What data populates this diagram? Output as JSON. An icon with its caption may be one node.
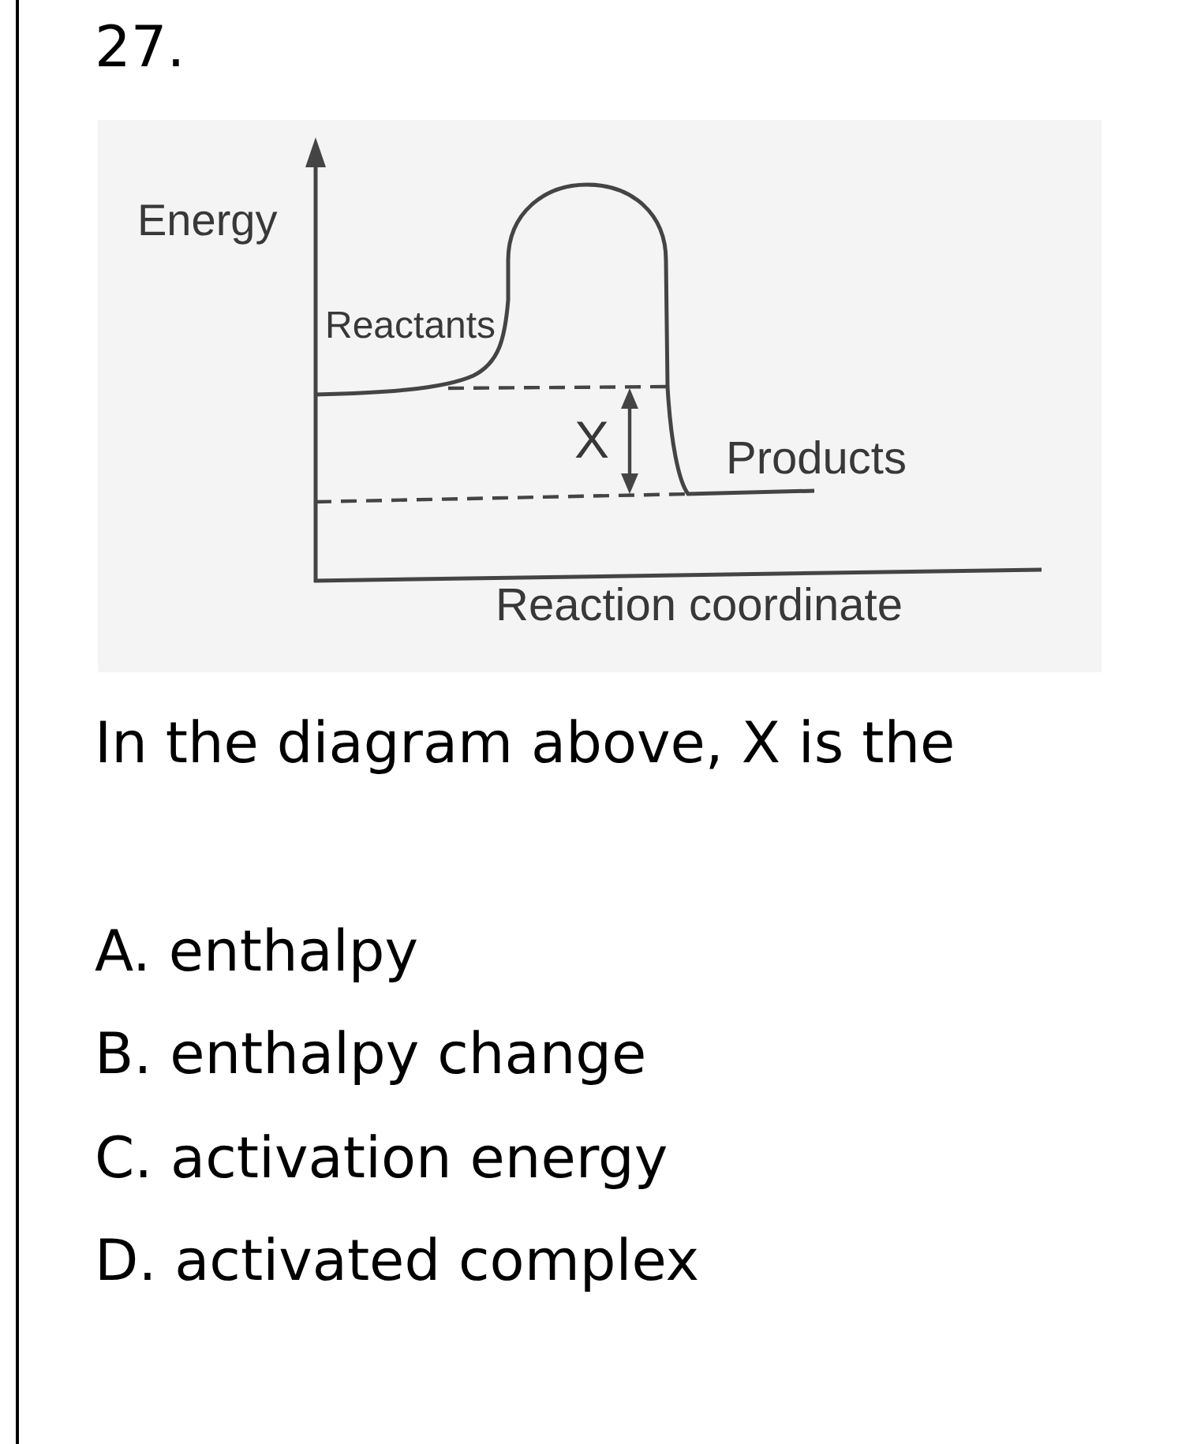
{
  "diagram": {
    "labels": [
      "27.",
      "Energy",
      "Reactants",
      "X",
      "Products",
      "Reaction coordinate",
      "In the diagram above, X is the",
      "A. enthalpy",
      "B. enthalpy change",
      "C. activation energy",
      "D. activated complex"
    ]
  }
}
